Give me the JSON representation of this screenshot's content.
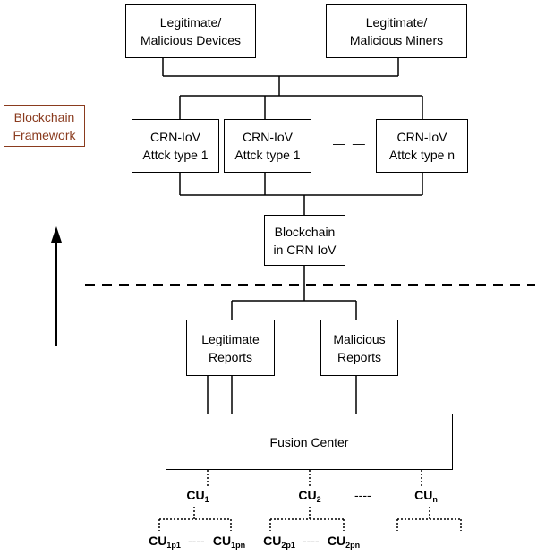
{
  "framework_label": "Blockchain\nFramework",
  "top": {
    "devices": "Legitimate/\nMalicious Devices",
    "miners": "Legitimate/\nMalicious Miners"
  },
  "attacks": {
    "a1": "CRN-IoV\nAttck type 1",
    "a2": "CRN-IoV\nAttck type 1",
    "gap": "— —",
    "an": "CRN-IoV\nAttck type n"
  },
  "blockchain": "Blockchain\nin CRN IoV",
  "reports": {
    "legit": "Legitimate\nReports",
    "malicious": "Malicious\nReports"
  },
  "fusion_center": "Fusion Center",
  "cu": {
    "cu1_base": "CU",
    "cu1_sub": "1",
    "cu2_base": "CU",
    "cu2_sub": "2",
    "cun_base": "CU",
    "cun_sub": "n",
    "gap": "----",
    "cu1p1_base": "CU",
    "cu1p1_sub": "1p1",
    "cu1pn_base": "CU",
    "cu1pn_sub": "1pn",
    "cu2p1_base": "CU",
    "cu2p1_sub": "2p1",
    "cu2pn_base": "CU",
    "cu2pn_sub": "2pn",
    "sub_gap1": "----",
    "sub_gap2": "----"
  }
}
